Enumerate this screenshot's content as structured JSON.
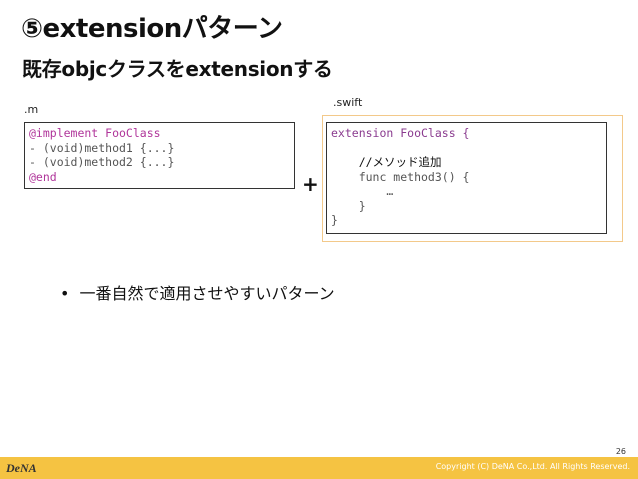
{
  "slide": {
    "title": "⑤extensionパターン",
    "subtitle": "既存objcクラスをextensionする",
    "page_number": "26",
    "plus_sign": "+",
    "bullet_symbol": "•",
    "bullet_text": "一番自然で適用させやすいパターン"
  },
  "file_m": {
    "label": ".m",
    "lines": [
      "@implement FooClass",
      "- (void)method1 {...}",
      "- (void)method2 {...}",
      "@end"
    ]
  },
  "file_swift": {
    "label": ".swift",
    "lines": [
      "extension FooClass {",
      "",
      "    //メソッド追加",
      "    func method3() {",
      "        …",
      "    }",
      "}"
    ]
  },
  "footer": {
    "logo": "DeNA",
    "copyright": "Copyright (C) DeNA Co.,Ltd. All Rights Reserved."
  },
  "colors": {
    "footer_bar": "#f5c342",
    "swift_frame": "#f3c98a",
    "objc_keyword": "#b0359a"
  }
}
